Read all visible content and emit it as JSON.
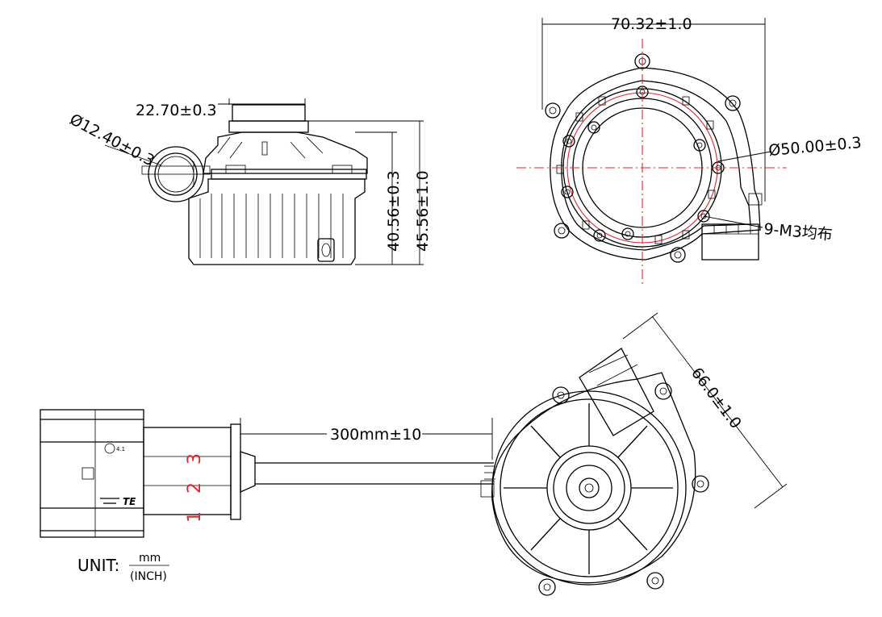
{
  "dimensions": {
    "width_main": "70.32±1.0",
    "outlet_width": "22.70±0.3",
    "inlet_diameter": "Ø12.40±0.3",
    "height_body": "40.56±0.3",
    "height_total": "45.56±1.0",
    "bolt_circle": "Ø50.00±0.3",
    "screws": "9-M3均布",
    "cable_length": "300mm±10",
    "diagonal": "66.0±1.0"
  },
  "connector": {
    "pins": [
      "1",
      "2",
      "3"
    ],
    "brand": "TE",
    "mark": "4.1"
  },
  "unit": {
    "label": "UNIT:",
    "numerator": "mm",
    "denominator": "(INCH)"
  },
  "colors": {
    "line": "#000000",
    "centerline": "#e0242c",
    "pin_numbers": "#e0242c"
  }
}
